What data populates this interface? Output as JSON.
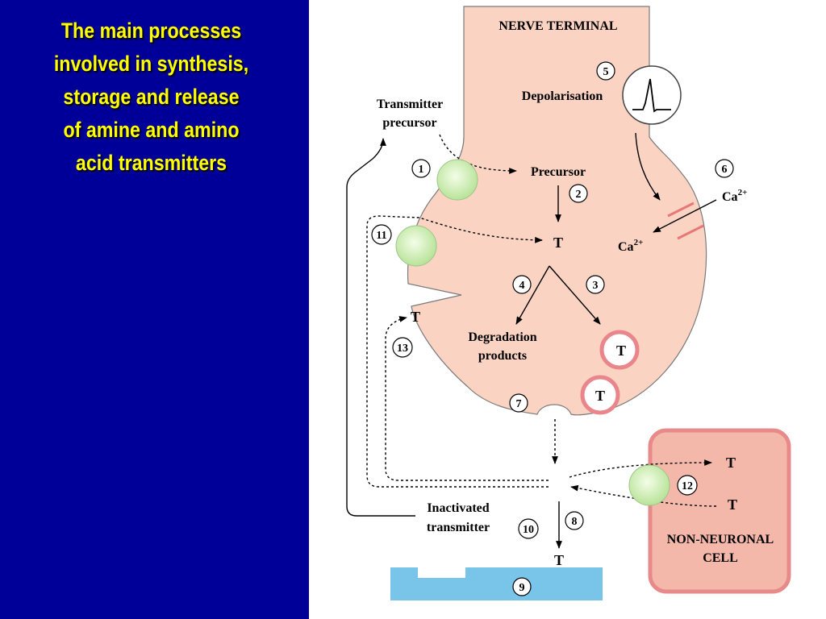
{
  "title": "The main processes involved in synthesis, storage and release of amine and amino acid transmitters",
  "title_lines": [
    "The main processes",
    "involved in synthesis,",
    "storage and release",
    "of amine and amino",
    "acid transmitters"
  ],
  "colors": {
    "left_panel": "#000099",
    "title_text": "#ffff00",
    "nerve_terminal_fill": "#fbd3c3",
    "non_neuronal_fill": "#f3b8aa",
    "non_neuronal_border": "#e88a8a",
    "vesicle_ring": "#e8868b",
    "transporter_fill": "#c8eca8",
    "target_membrane": "#79c5ea",
    "ca_channel": "#e87878"
  },
  "labels": {
    "nerve_terminal": "NERVE TERMINAL",
    "depolarisation": "Depolarisation",
    "transmitter_precursor": [
      "Transmitter",
      "precursor"
    ],
    "precursor": "Precursor",
    "ca_out": "Ca",
    "ca_in": "Ca",
    "ca_sup": "2+",
    "t_synth": "T",
    "t_reuptake": "T",
    "degradation": [
      "Degradation",
      "products"
    ],
    "vesicle_t1": "T",
    "vesicle_t2": "T",
    "inactivated": [
      "Inactivated",
      "transmitter"
    ],
    "t_receptor": "T",
    "nn_t_top": "T",
    "nn_t_bottom": "T",
    "non_neuronal_cell": [
      "NON-NEURONAL",
      "CELL"
    ]
  },
  "steps": [
    "1",
    "2",
    "3",
    "4",
    "5",
    "6",
    "7",
    "8",
    "9",
    "10",
    "11",
    "12",
    "13"
  ]
}
